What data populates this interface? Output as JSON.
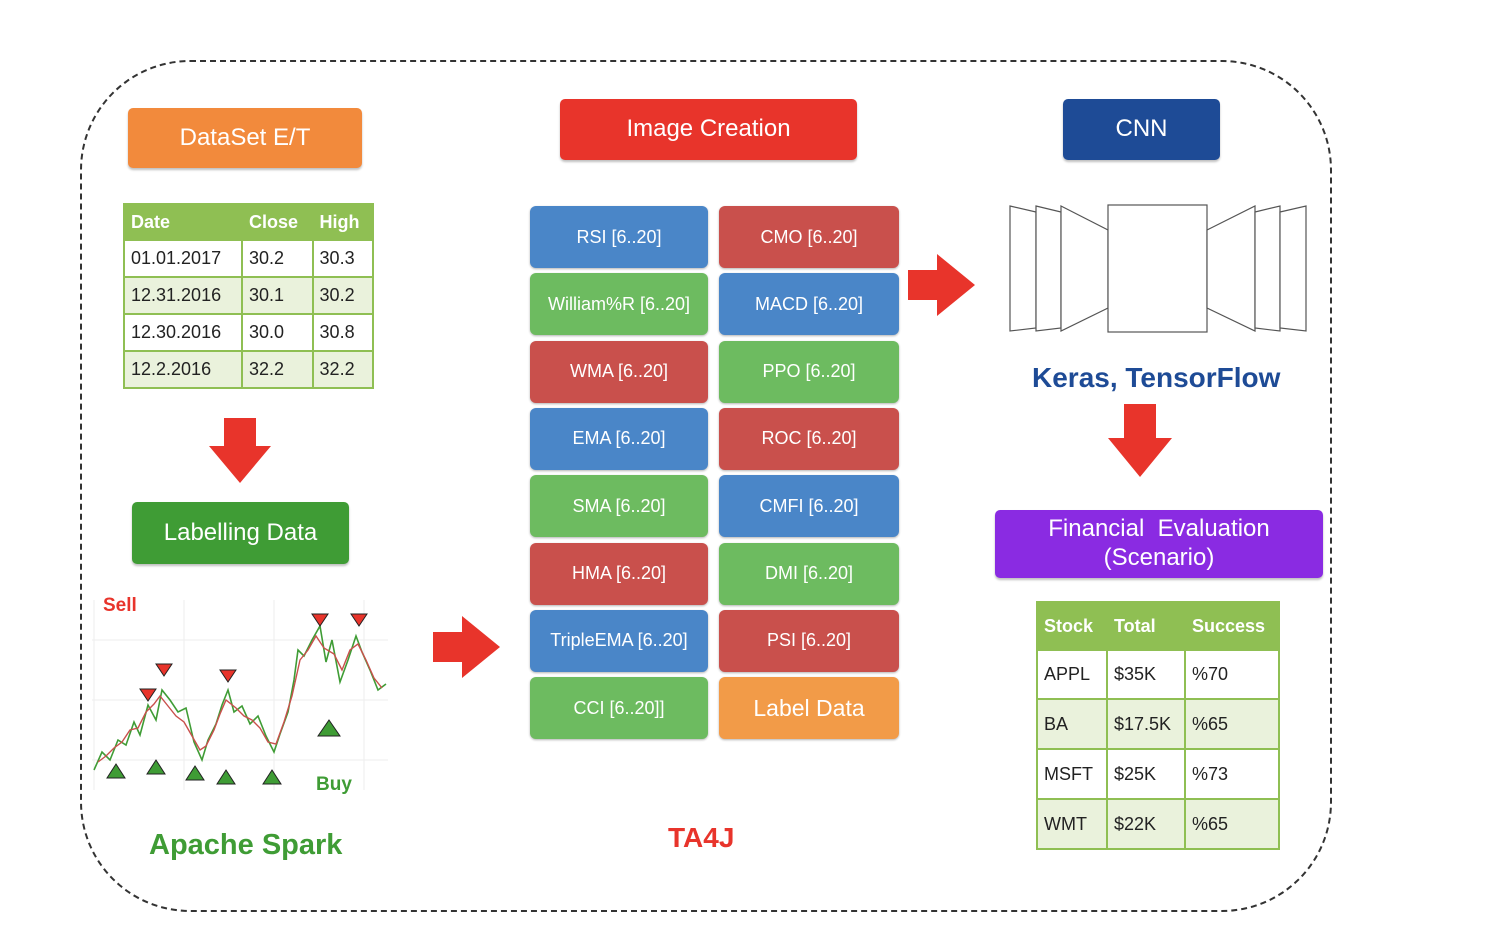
{
  "colors": {
    "orange": "#f28a3c",
    "red": "#e8342b",
    "navy": "#1e4b96",
    "green": "#3f9c35",
    "purple": "#8a2be2",
    "table_green": "#8fbf53",
    "arrow_red": "#e8342b"
  },
  "left": {
    "dataset_label": "DataSet E/T",
    "table": {
      "headers": [
        "Date",
        "Close",
        "High"
      ],
      "rows": [
        [
          "01.01.2017",
          "30.2",
          "30.3"
        ],
        [
          "12.31.2016",
          "30.1",
          "30.2"
        ],
        [
          "12.30.2016",
          "30.0",
          "30.8"
        ],
        [
          "12.2.2016",
          "32.2",
          "32.2"
        ]
      ]
    },
    "labelling_label": "Labelling Data",
    "sell_label": "Sell",
    "buy_label": "Buy",
    "footer": "Apache Spark"
  },
  "middle": {
    "title": "Image Creation",
    "left_column": [
      {
        "label": "RSI [6..20]",
        "color": "blue"
      },
      {
        "label": "William%R [6..20]",
        "color": "green"
      },
      {
        "label": "WMA [6..20]",
        "color": "red"
      },
      {
        "label": "EMA [6..20]",
        "color": "blue"
      },
      {
        "label": "SMA [6..20]",
        "color": "green"
      },
      {
        "label": "HMA [6..20]",
        "color": "red"
      },
      {
        "label": "TripleEMA [6..20]",
        "color": "blue"
      },
      {
        "label": "CCI [6..20]]",
        "color": "green"
      }
    ],
    "right_column": [
      {
        "label": "CMO [6..20]",
        "color": "red"
      },
      {
        "label": "MACD [6..20]",
        "color": "blue"
      },
      {
        "label": "PPO [6..20]",
        "color": "green"
      },
      {
        "label": "ROC [6..20]",
        "color": "red"
      },
      {
        "label": "CMFI [6..20]",
        "color": "blue"
      },
      {
        "label": "DMI [6..20]",
        "color": "green"
      },
      {
        "label": "PSI [6..20]",
        "color": "red"
      },
      {
        "label": "Label Data",
        "color": "orange"
      }
    ],
    "footer": "TA4J"
  },
  "right": {
    "cnn_label": "CNN",
    "framework": "Keras, TensorFlow",
    "eval_line1": "Financial  Evaluation",
    "eval_line2": "(Scenario)",
    "table": {
      "headers": [
        "Stock",
        "Total",
        "Success"
      ],
      "rows": [
        [
          "APPL",
          "$35K",
          "%70"
        ],
        [
          "BA",
          "$17.5K",
          "%65"
        ],
        [
          "MSFT",
          "$25K",
          "%73"
        ],
        [
          "WMT",
          "$22K",
          "%65"
        ]
      ]
    }
  }
}
